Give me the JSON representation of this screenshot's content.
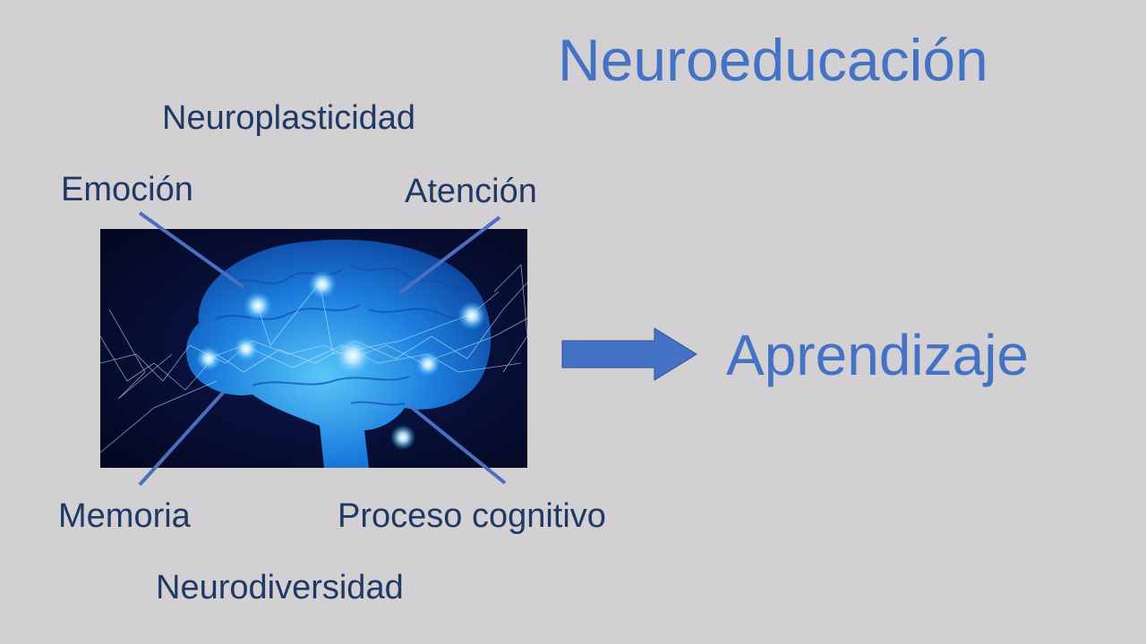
{
  "slide": {
    "title": "Neuroeducación",
    "outcome": "Aprendizaje",
    "image_alt": "brain-network-illustration",
    "concepts": {
      "neuroplasticidad": "Neuroplasticidad",
      "emocion": "Emoción",
      "atencion": "Atención",
      "memoria": "Memoria",
      "proceso_cognitivo": "Proceso cognitivo",
      "neurodiversidad": "Neurodiversidad"
    },
    "colors": {
      "background": "#d3d0d4",
      "accent": "#4472c4",
      "label": "#1f3864",
      "image_bg": "#05061c",
      "brain_glow": "#3fb8ff"
    }
  }
}
